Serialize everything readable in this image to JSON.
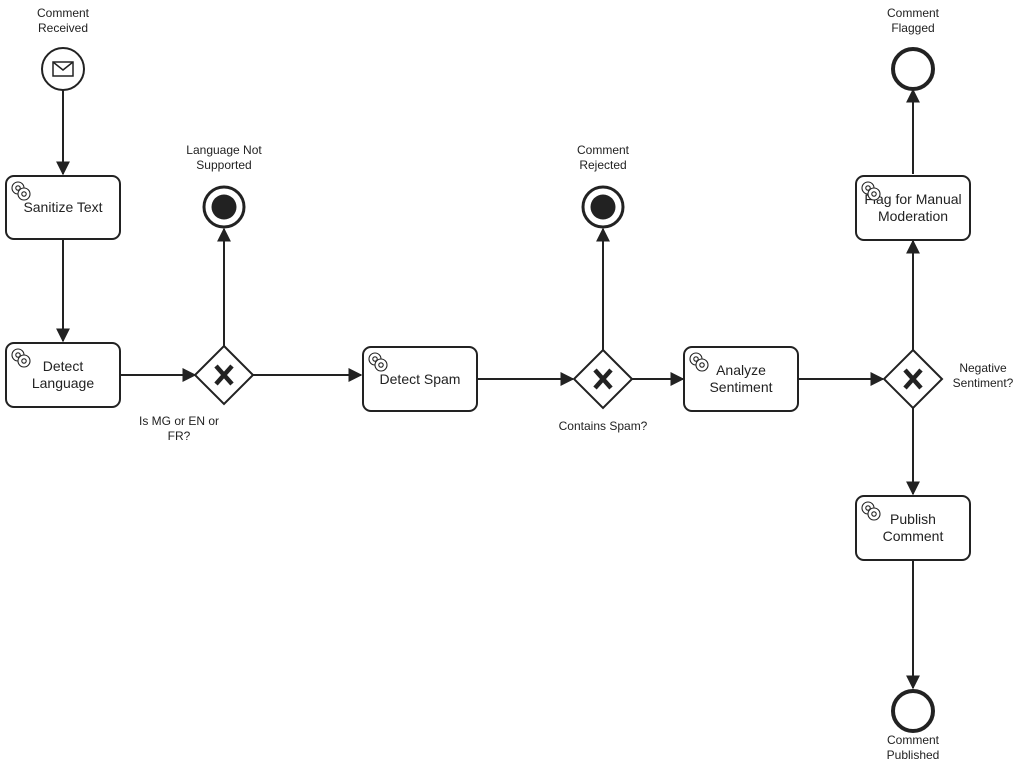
{
  "events": {
    "comment_received": "Comment\nReceived",
    "language_not_supported": "Language Not\nSupported",
    "comment_rejected": "Comment\nRejected",
    "comment_flagged": "Comment\nFlagged",
    "comment_published": "Comment\nPublished"
  },
  "tasks": {
    "sanitize_text": "Sanitize Text",
    "detect_language": "Detect\nLanguage",
    "detect_spam": "Detect Spam",
    "analyze_sentiment": "Analyze\nSentiment",
    "flag_for_manual_moderation": "Flag for Manual\nModeration",
    "publish_comment": "Publish\nComment"
  },
  "gateways": {
    "language_check": "Is MG or EN or\nFR?",
    "spam_check": "Contains Spam?",
    "sentiment_check": "Negative\nSentiment?"
  },
  "icons": {
    "message_start": "envelope-icon",
    "service_task": "gear-icon",
    "gateway": "exclusive-x-icon",
    "terminate_end": "filled-circle-icon"
  }
}
